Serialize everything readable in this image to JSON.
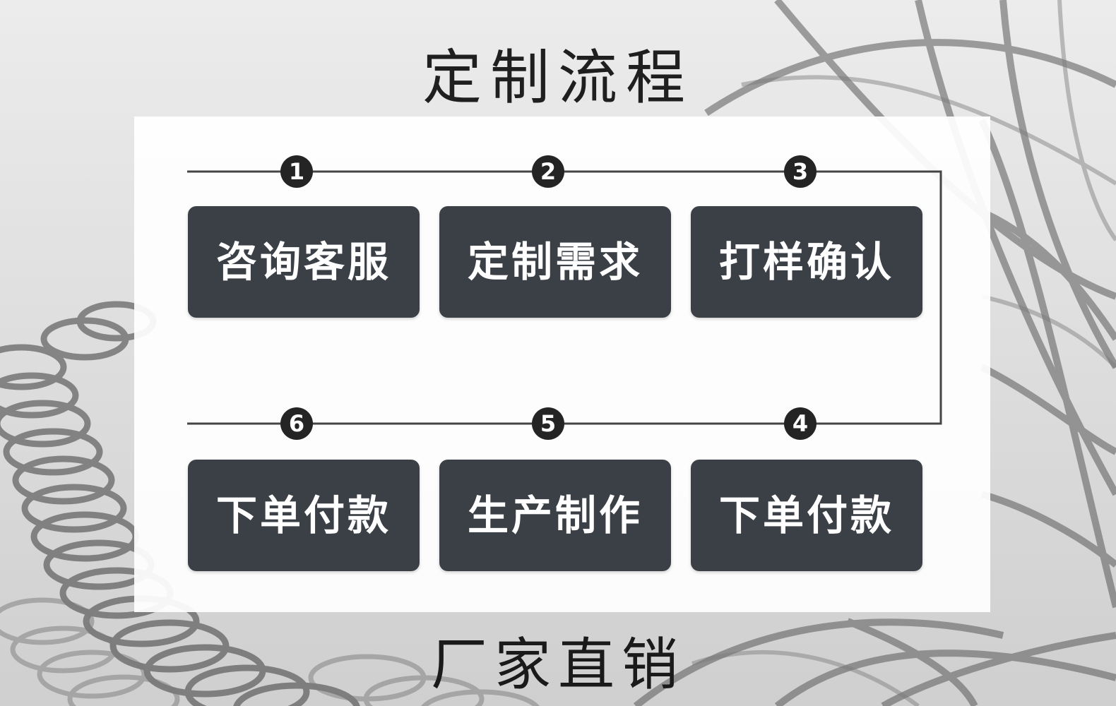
{
  "title": "定制流程",
  "footer": "厂家直销",
  "colors": {
    "box_fill": "#3b4046",
    "badge_fill": "#242424",
    "line": "#454545"
  },
  "steps": [
    {
      "number": "1",
      "label": "咨询客服"
    },
    {
      "number": "2",
      "label": "定制需求"
    },
    {
      "number": "3",
      "label": "打样确认"
    },
    {
      "number": "4",
      "label": "下单付款"
    },
    {
      "number": "5",
      "label": "生产制作"
    },
    {
      "number": "6",
      "label": "下单付款"
    }
  ]
}
